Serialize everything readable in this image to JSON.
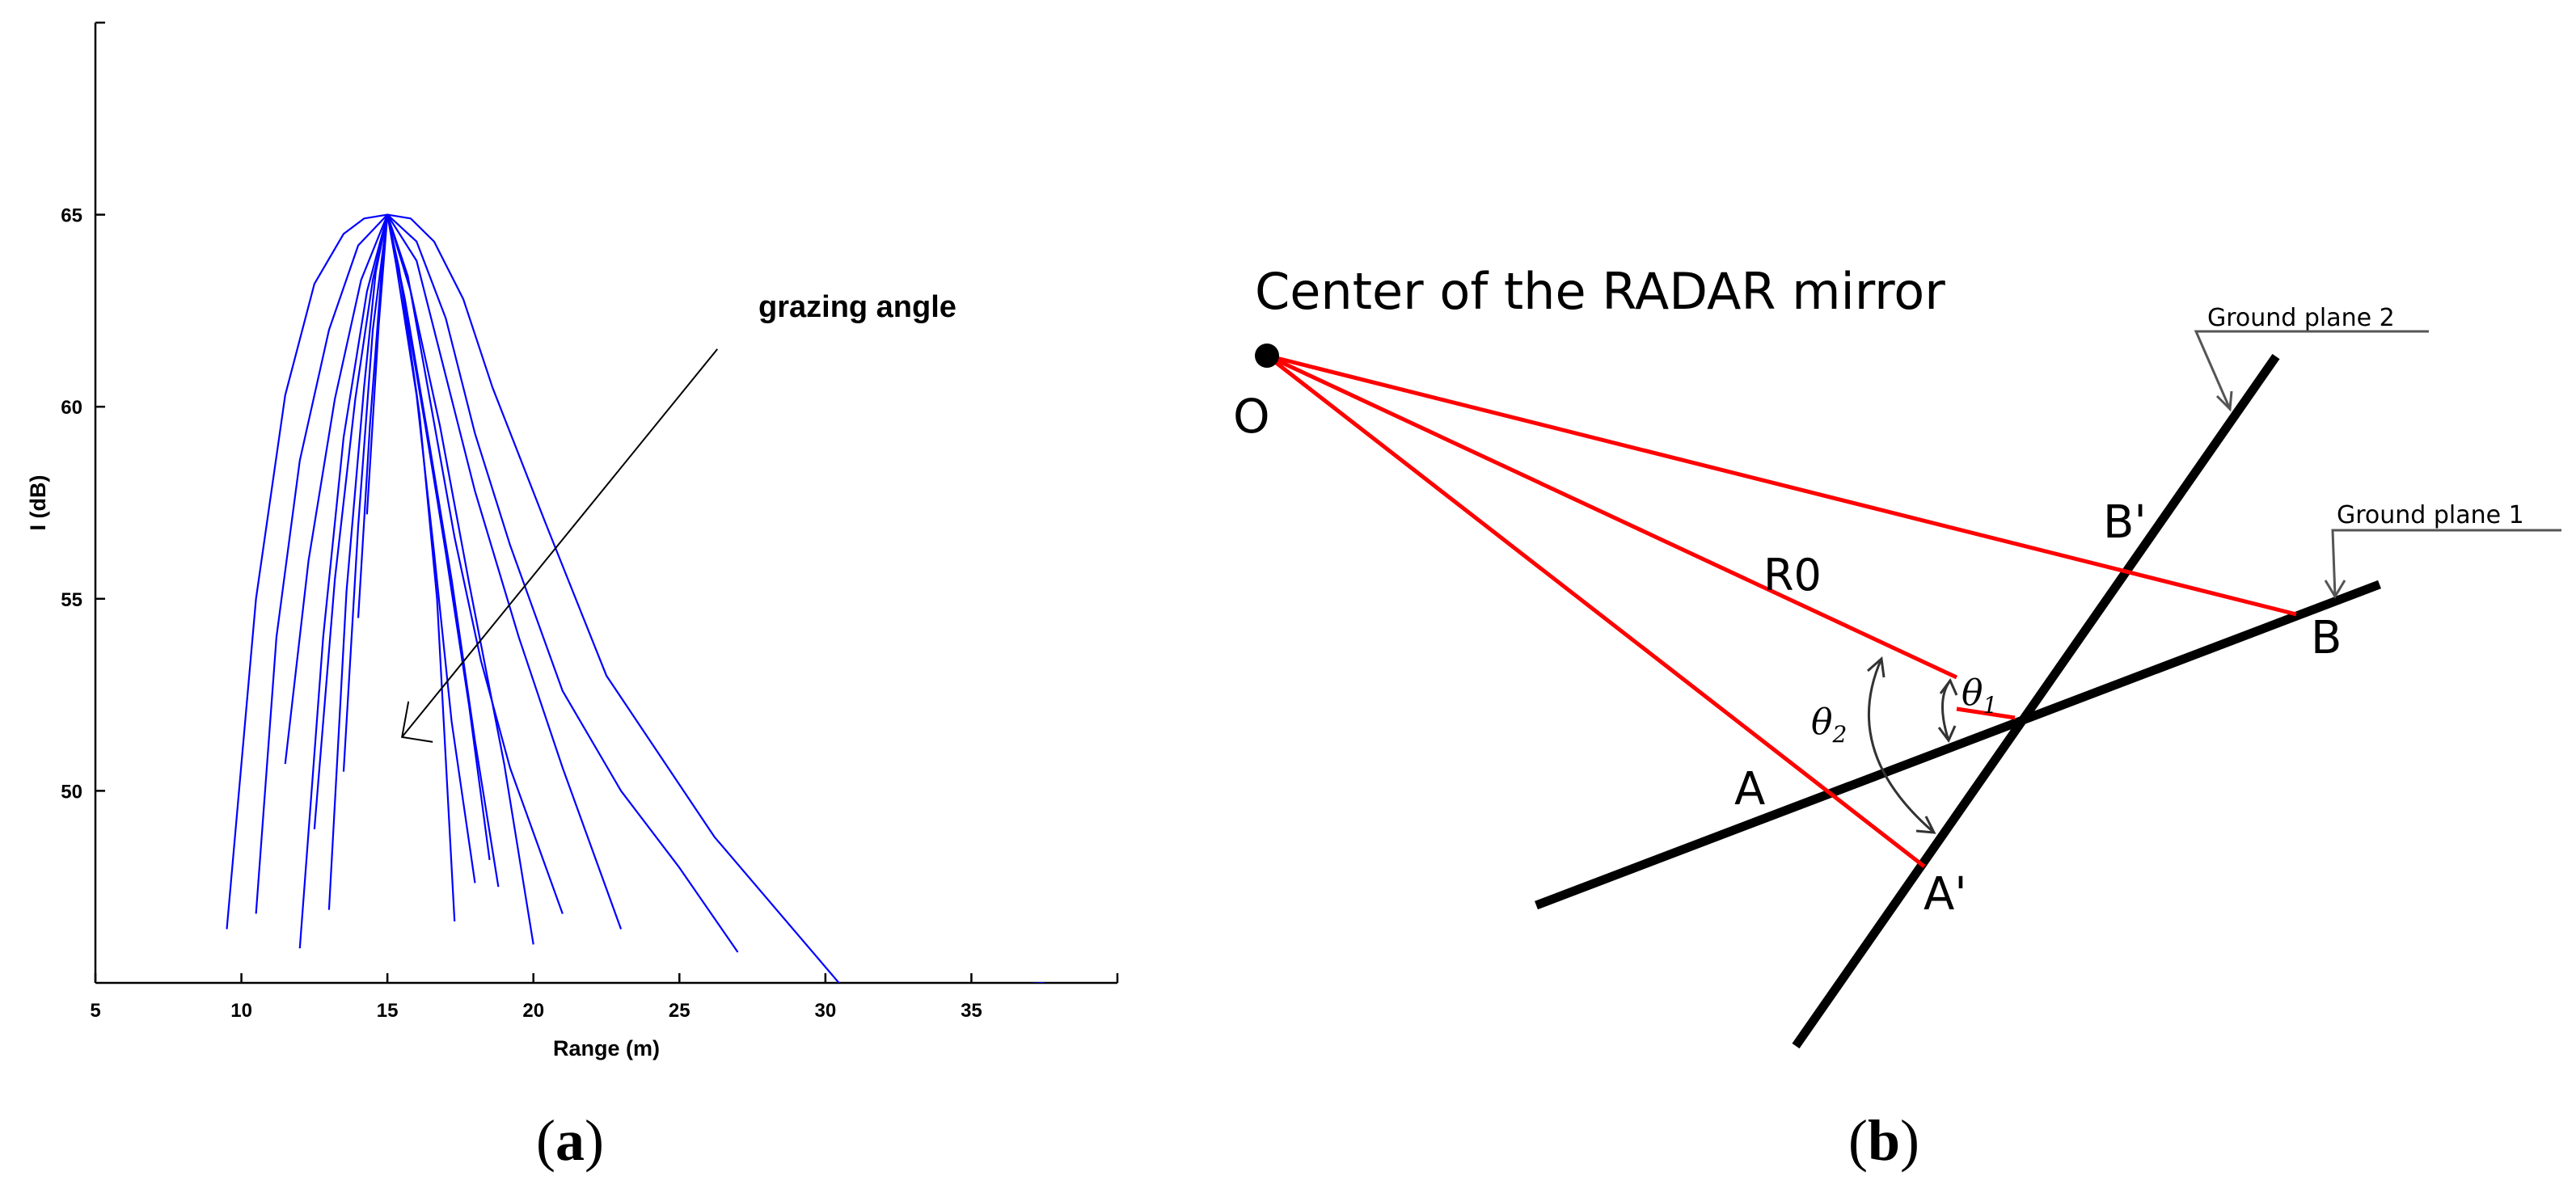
{
  "chart_data": {
    "type": "line",
    "title": "",
    "xlabel": "Range (m)",
    "ylabel": "I (dB)",
    "xlim": [
      5,
      40
    ],
    "ylim": [
      45,
      70
    ],
    "xticks": [
      5,
      10,
      15,
      20,
      25,
      30,
      35
    ],
    "yticks": [
      50,
      55,
      60,
      65
    ],
    "grid": false,
    "line_color": "#0000ff",
    "peak": {
      "x": 15,
      "y": 65
    },
    "series": [
      {
        "x": [
          9.5,
          10.5,
          11.5,
          12.5,
          13.5,
          14.2,
          15,
          15.8,
          16.6,
          17.6,
          18.6,
          20.4,
          22.5,
          26.2,
          30.8,
          37.5
        ],
        "y": [
          46.4,
          55,
          60.3,
          63.2,
          64.5,
          64.9,
          65,
          64.9,
          64.3,
          62.8,
          60.5,
          57,
          53,
          48.8,
          44.7,
          45
        ]
      },
      {
        "x": [
          10.5,
          11.2,
          12,
          13,
          14,
          15,
          16,
          17,
          18,
          19.2,
          21,
          23,
          25,
          27
        ],
        "y": [
          46.8,
          54,
          58.6,
          62,
          64.2,
          65,
          64.3,
          62.3,
          59.3,
          56.4,
          52.6,
          50,
          48,
          45.8
        ]
      },
      {
        "x": [
          11.5,
          12.3,
          13.2,
          14.1,
          15,
          16,
          17,
          18,
          19.5,
          21,
          23
        ],
        "y": [
          50.7,
          56,
          60.2,
          63.3,
          65,
          63.8,
          60.8,
          57.8,
          54,
          50.6,
          46.4
        ]
      },
      {
        "x": [
          12,
          12.8,
          13.5,
          14.3,
          15,
          15.8,
          16.8,
          17.8,
          19,
          20
        ],
        "y": [
          45.9,
          54,
          59.2,
          63,
          65,
          63,
          59.5,
          55.4,
          50.7,
          46
        ]
      },
      {
        "x": [
          12.5,
          13.2,
          13.9,
          14.5,
          15,
          15.7,
          16.5,
          17.3,
          18.2,
          19.2,
          21
        ],
        "y": [
          49,
          55.5,
          60.2,
          63.3,
          65,
          63.4,
          60,
          56.6,
          53.4,
          50.6,
          46.8
        ]
      },
      {
        "x": [
          13,
          13.6,
          14.2,
          14.6,
          15,
          15.6,
          16.4,
          17.2,
          18,
          18.8
        ],
        "y": [
          46.9,
          55.2,
          60.5,
          63.5,
          65,
          62.8,
          59.2,
          55.5,
          51.3,
          47.5
        ]
      },
      {
        "x": [
          13.5,
          14,
          14.5,
          15,
          15.5,
          16.3,
          17,
          17.8,
          18.5
        ],
        "y": [
          50.5,
          56.9,
          62,
          65,
          63.1,
          59.5,
          56.2,
          52.2,
          48.2
        ]
      },
      {
        "x": [
          14,
          14.4,
          14.8,
          15,
          15.4,
          16.1,
          16.7,
          17.3
        ],
        "y": [
          54.5,
          59.5,
          63.5,
          65,
          63.6,
          59.8,
          55,
          46.6
        ]
      },
      {
        "x": [
          14.3,
          14.7,
          15,
          15.3,
          16,
          16.6,
          17.2,
          18
        ],
        "y": [
          57.2,
          62.1,
          65,
          63.7,
          60.3,
          56.2,
          51.8,
          47.6
        ]
      }
    ]
  },
  "annotation": {
    "text": "grazing angle",
    "arrow": {
      "from": [
        26.3,
        61.5
      ],
      "to": [
        15.5,
        51.4
      ]
    }
  },
  "diagram": {
    "title": "Center of the RADAR mirror",
    "origin_label": "O",
    "r0_label": "R0",
    "theta1_label": "θ",
    "theta1_sub": "1",
    "theta2_label": "θ",
    "theta2_sub": "2",
    "point_labels": {
      "A": "A",
      "A_prime": "A'",
      "B": "B",
      "B_prime": "B'"
    },
    "ground_plane_1": "Ground plane 1",
    "ground_plane_2": "Ground plane 2",
    "ray_color": "#ff0000",
    "plane_color": "#000000"
  },
  "captions": {
    "a_open": "(",
    "a_letter": "a",
    "a_close": ")",
    "b_open": "(",
    "b_letter": "b",
    "b_close": ")"
  }
}
